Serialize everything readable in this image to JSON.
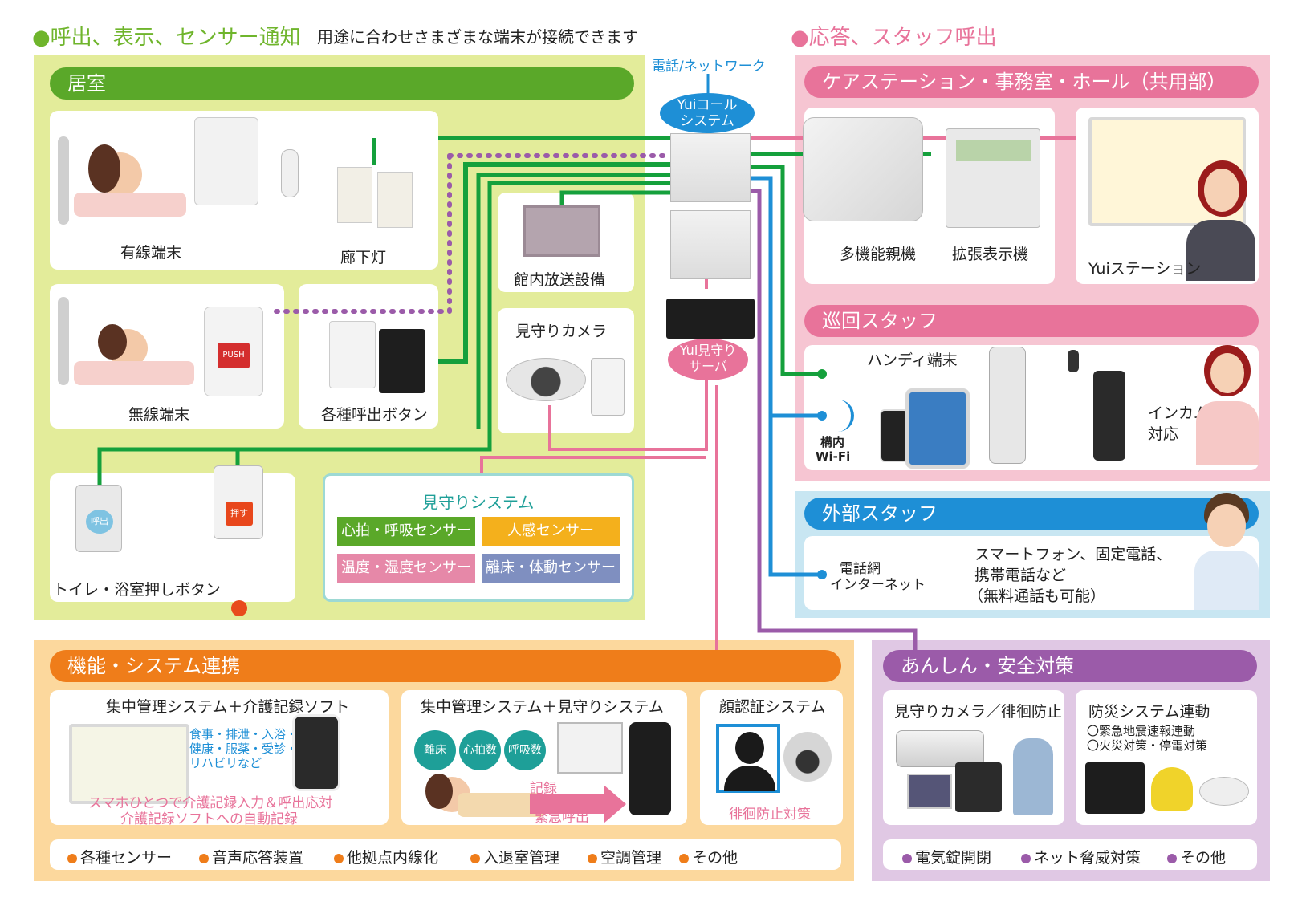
{
  "headers": {
    "left_title": "●呼出、表示、センサー通知",
    "left_sub": "用途に合わせさまざまな端末が接続できます",
    "right_title": "●応答、スタッフ呼出"
  },
  "network_label": "電話/ネットワーク",
  "yui_call": [
    "Yuiコール",
    "システム"
  ],
  "yui_server": [
    "Yui見守り",
    "サーバ"
  ],
  "room": {
    "bar": "居室",
    "wired": "有線端末",
    "corridor": "廊下灯",
    "wireless": "無線端末",
    "call_buttons": "各種呼出ボタン",
    "toilet": "トイレ・浴室押しボタン",
    "broadcast": "館内放送設備",
    "camera": "見守りカメラ",
    "push_text": "PUSH",
    "call_text": "呼出",
    "press_text": "押す"
  },
  "mimamori": {
    "title": "見守りシステム",
    "sensors": [
      "心拍・呼吸センサー",
      "人感センサー",
      "温度・湿度センサー",
      "離床・体動センサー"
    ]
  },
  "care": {
    "bar": "ケアステーション・事務室・ホール（共用部）",
    "phone": "多機能親機",
    "ext": "拡張表示機",
    "station": "Yuiステーション"
  },
  "patrol": {
    "bar": "巡回スタッフ",
    "handy": "ハンディ端末",
    "wifi": [
      "構内",
      "Wi-Fi"
    ],
    "intercom": [
      "インカム",
      "対応"
    ]
  },
  "external": {
    "bar": "外部スタッフ",
    "net": [
      "電話網",
      "インターネット"
    ],
    "desc": [
      "スマートフォン、固定電話、",
      "携帯電話など",
      "（無料通話も可能）"
    ]
  },
  "func": {
    "bar": "機能・システム連携",
    "c1_title": "集中管理システム＋介護記録ソフト",
    "c1_list": [
      "食事・排泄・入浴・",
      "健康・服薬・受診・",
      "リハビリなど"
    ],
    "c1_caption": [
      "スマホひとつで介護記録入力＆呼出応対",
      "介護記録ソフトへの自動記録"
    ],
    "c2_title": "集中管理システム＋見守りシステム",
    "c2_bubbles": [
      "離床",
      "心拍数",
      "呼吸数"
    ],
    "c2_record": "記録",
    "c2_urgent": "緊急呼出",
    "c3_title": "顔認証システム",
    "c3_caption": "徘徊防止対策",
    "bullets": [
      "各種センサー",
      "音声応答装置",
      "他拠点内線化",
      "入退室管理",
      "空調管理",
      "その他"
    ]
  },
  "safety": {
    "bar": "あんしん・安全対策",
    "c1_title": "見守りカメラ／徘徊防止",
    "c2_title": "防災システム連動",
    "c2_items": [
      "〇緊急地震速報連動",
      "〇火災対策・停電対策"
    ],
    "bullets": [
      "電気錠開閉",
      "ネット脅威対策",
      "その他"
    ]
  },
  "colors": {
    "green": "#5aa829",
    "green_bg": "#e3ec9a",
    "pink": "#e8739a",
    "pink_bg": "#f6c5d2",
    "blue": "#1e8fd6",
    "blue_bg": "#c8e6f2",
    "orange": "#ef7d1a",
    "orange_bg": "#fcd89d",
    "purple": "#9b5ba9",
    "purple_bg": "#e0c8e4"
  }
}
